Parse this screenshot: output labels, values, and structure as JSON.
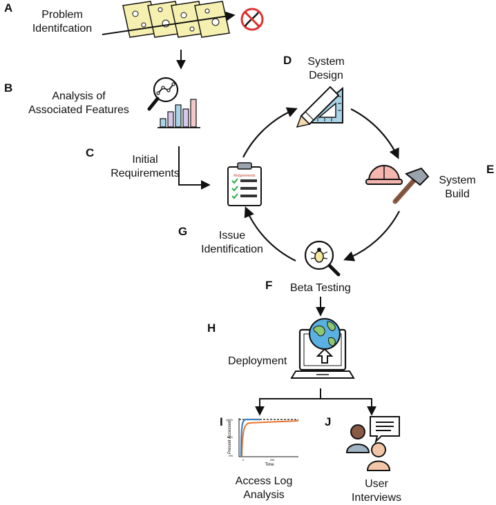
{
  "panels": {
    "a": {
      "letter": "A",
      "label_line1": "Problem",
      "label_line2": "Identifcation"
    },
    "b": {
      "letter": "B",
      "label_line1": "Analysis of",
      "label_line2": "Associated Features"
    },
    "c": {
      "letter": "C",
      "label_line1": "Initial",
      "label_line2": "Requirements"
    },
    "d": {
      "letter": "D",
      "label_line1": "System",
      "label_line2": "Design"
    },
    "e": {
      "letter": "E",
      "label_line1": "System",
      "label_line2": "Build"
    },
    "f": {
      "letter": "F",
      "label": "Beta Testing"
    },
    "g": {
      "letter": "G",
      "label_line1": "Issue",
      "label_line2": "Identification"
    },
    "h": {
      "letter": "H",
      "label": "Deployment"
    },
    "i": {
      "letter": "I",
      "label_line1": "Access Log",
      "label_line2": "Analysis"
    },
    "j": {
      "letter": "J",
      "label_line1": "User",
      "label_line2": "Interviews"
    }
  },
  "clipboard_title": "Requirements",
  "mini_chart": {
    "ylabel": "Precent Accessed",
    "xlabel": "Time",
    "yticks": [
      "100%",
      "50%",
      "0%"
    ],
    "xticks": [
      "0",
      "200"
    ]
  },
  "colors": {
    "cheese": "#f5f0b0",
    "globe_water": "#5ab0e0",
    "globe_land": "#8cc870",
    "hardhat": "#f4b6ae",
    "ruler": "#a9d4e8",
    "line_blue": "#3a7fc4",
    "line_orange": "#e8742a",
    "person_brown": "#8a5a44",
    "person_skin": "#f4c6a8",
    "person_body": "#9fb3c4"
  }
}
